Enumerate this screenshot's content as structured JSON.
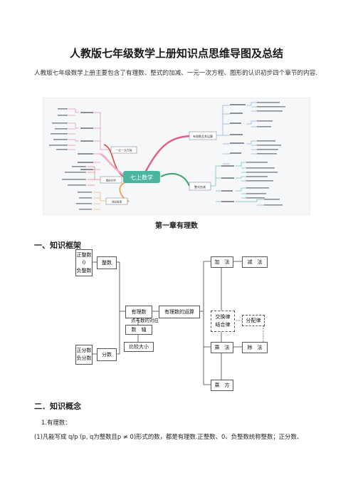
{
  "doc": {
    "title": "人教版七年级数学上册知识点思维导图及总结",
    "intro": "人教版七年级数学上册主要包含了有理数、整式的加减、一元一次方程、图形的认识初步四个章节的内容.",
    "chapter_title": "第一章有理数",
    "section1": "一、知识框架",
    "section2": "二．知识概念",
    "item1": "1.有理数：",
    "para1": "(1)凡能写成 q/p (p, q为整数且p ≠ 0)形式的数，都是有理数.正整数、0、负整数统称整数；正分数、"
  },
  "mindmap": {
    "center": "七上数学",
    "branches": {
      "right_top": "有理数及其运算",
      "right_bottom": "整式加减",
      "left_top": "一元一次方程",
      "left_mid": "图形初步",
      "left_bottom": "线段角度"
    },
    "colors": {
      "center": "#4ab6a0",
      "pink": "#e05a8a",
      "green": "#3aa36b",
      "red": "#d94a3a",
      "orange": "#f0962e",
      "blue": "#4f8fd6",
      "teal": "#2aa7a0"
    }
  },
  "framework": {
    "box_int": "正整数\n0\n负整数",
    "box_zs": "整数",
    "box_frac": "正分数\n负分数",
    "box_fs": "分数",
    "box_rational": "有理数",
    "box_ops": "有理数的运算",
    "box_add": "加　法",
    "box_sub": "减　法",
    "box_laws": "交换律\n结合律",
    "box_dist": "分配律",
    "box_mul": "乘　法",
    "box_div": "除　法",
    "box_pow": "乘　方",
    "box_axis": "数　轴",
    "box_compare": "比较大小",
    "label_corr": "点与数的对应"
  }
}
